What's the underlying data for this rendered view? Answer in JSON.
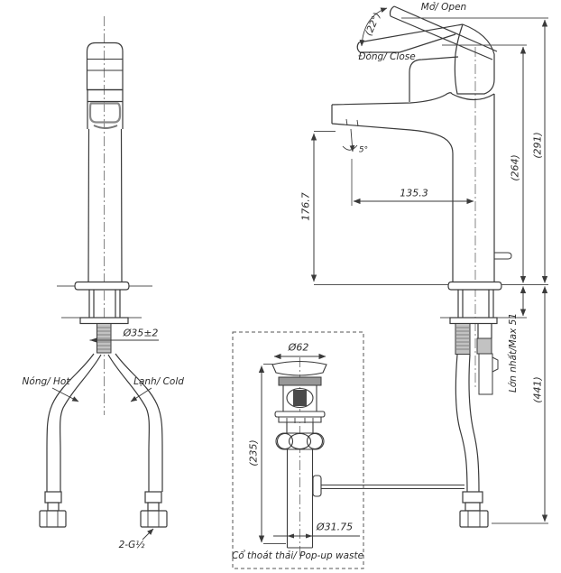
{
  "drawing": {
    "background": "#ffffff",
    "line_color": "#3a3a3a",
    "shading_color": "#c2c2c2",
    "front_view": {
      "labels": {
        "hot": "Nóng/ Hot",
        "cold": "Lạnh/ Cold",
        "shank_diameter": "Ø35±2",
        "thread_size": "2-G½"
      }
    },
    "side_view": {
      "labels": {
        "open": "Mở/ Open",
        "close": "Đóng/ Close",
        "open_angle": "(22°)",
        "flow_angle": "5°",
        "spout_reach": "135.3",
        "spout_height": "176.7",
        "height_closed": "(264)",
        "height_open": "(291)",
        "overall_height": "(441)",
        "max_counter_thickness": "Lớn nhất/Max 51"
      }
    },
    "popup_waste": {
      "caption": "Cổ thoát thải/ Pop-up waste",
      "labels": {
        "cap_diameter": "Ø62",
        "length": "(235)",
        "pipe_diameter": "Ø31.75"
      }
    }
  }
}
